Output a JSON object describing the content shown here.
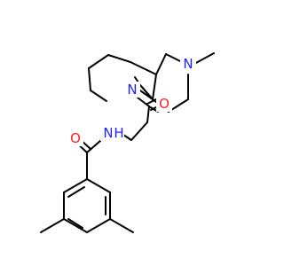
{
  "molecule": {
    "atoms": [
      {
        "id": "n_ring",
        "symbol": "N",
        "color": "#2020ff"
      },
      {
        "id": "n_amine",
        "symbol": "N",
        "color": "#2020ff"
      },
      {
        "id": "o_top",
        "symbol": "O",
        "color": "#ff2020"
      },
      {
        "id": "n_amide",
        "symbol": "N",
        "color": "#2020ff"
      },
      {
        "id": "h_amide",
        "symbol": "H",
        "color": "#2020ff"
      },
      {
        "id": "o_amide",
        "symbol": "O",
        "color": "#ff2020"
      }
    ]
  }
}
